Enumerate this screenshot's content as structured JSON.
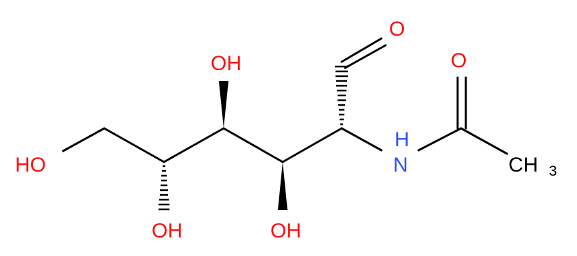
{
  "molecule": {
    "atoms": {
      "o_aldehyde": "O",
      "o_carbonyl": "O",
      "oh_c3": "OH",
      "oh_c4": "OH",
      "oh_c5": "OH",
      "ho_c6": "HO",
      "amide_n": "N",
      "amide_h": "H",
      "methyl_c": "CH",
      "methyl_sub": "3"
    }
  },
  "colors": {
    "bond": "#000000",
    "oxygen": "#ff0d0d",
    "nitrogen": "#3050f8",
    "carbon": "#000000"
  }
}
